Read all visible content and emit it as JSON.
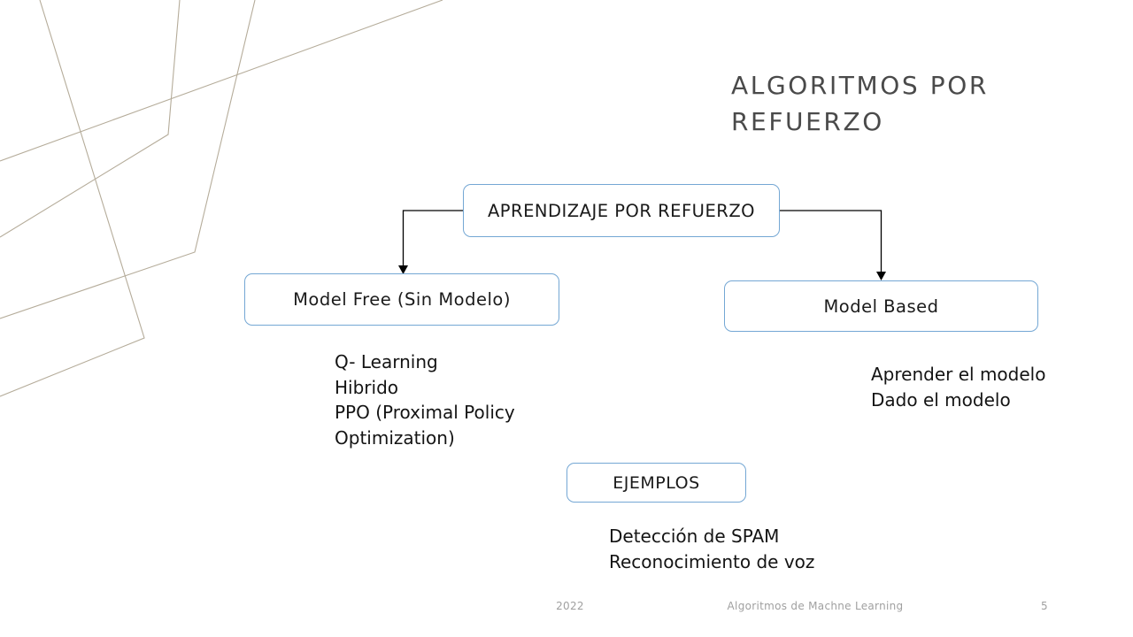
{
  "slide": {
    "title": "ALGORITMOS POR REFUERZO",
    "footer": {
      "year": "2022",
      "course": "Algoritmos de Machne Learning",
      "page": "5"
    }
  },
  "diagram": {
    "root": "APRENDIZAJE POR REFUERZO",
    "left_child": "Model Free (Sin Modelo)",
    "right_child": "Model Based",
    "examples_box": "EJEMPLOS"
  },
  "lists": {
    "model_free": [
      "Q- Learning",
      "Hibrido",
      "PPO (Proximal Policy",
      "Optimization)"
    ],
    "model_based": [
      "Aprender el modelo",
      "Dado el modelo"
    ],
    "examples": [
      "Detección de SPAM",
      "Reconocimiento de voz"
    ]
  },
  "colors": {
    "box_border": "#74a7d4",
    "title_text": "#4a4a4a",
    "body_text": "#1a1a1a",
    "footer_text": "#a0a0a0",
    "decor_line": "#b5ac9a",
    "connector": "#000000",
    "background": "#ffffff"
  }
}
